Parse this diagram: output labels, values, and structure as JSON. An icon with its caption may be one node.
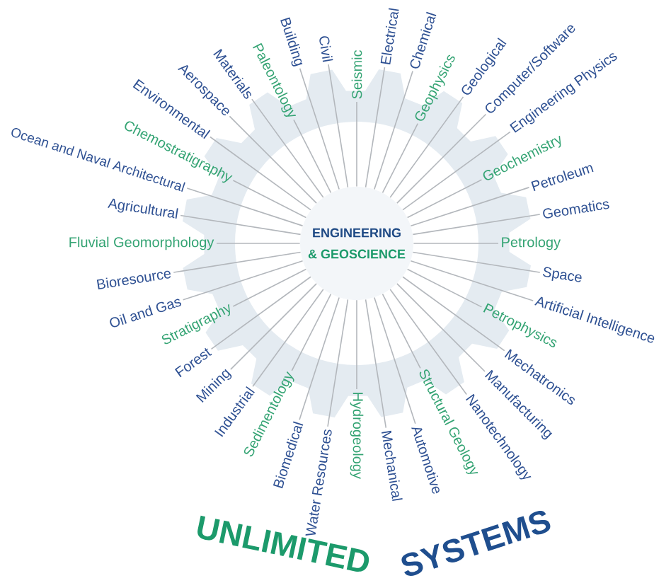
{
  "diagram": {
    "nodes": [
      {
        "text": [
          "ENGINEERING",
          "& GEOSCIENCE"
        ]
      },
      {
        "text": [
          "Fluvial Geomorphology"
        ]
      },
      {
        "text": [
          "Agricultural"
        ]
      },
      {
        "text": [
          "Ocean and Naval Architectural"
        ]
      },
      {
        "text": [
          "Chemostratigraphy"
        ]
      },
      {
        "text": [
          "Environmental"
        ]
      },
      {
        "text": [
          "Aerospace"
        ]
      },
      {
        "text": [
          "Materials"
        ]
      },
      {
        "text": [
          "Paleontology"
        ]
      },
      {
        "text": [
          "Building"
        ]
      },
      {
        "text": [
          "Civil"
        ]
      },
      {
        "text": [
          "Seismic"
        ]
      },
      {
        "text": [
          "Electrical"
        ]
      },
      {
        "text": [
          "Chemical"
        ]
      },
      {
        "text": [
          "Geophysics"
        ]
      },
      {
        "text": [
          "Geological"
        ]
      },
      {
        "text": [
          "Computer/Software"
        ]
      },
      {
        "text": [
          "Engineering Physics"
        ]
      },
      {
        "text": [
          "Geochemistry"
        ]
      },
      {
        "text": [
          "Petroleum"
        ]
      },
      {
        "text": [
          "Geomatics"
        ]
      },
      {
        "text": [
          "Petrology"
        ]
      },
      {
        "text": [
          "Space"
        ]
      },
      {
        "text": [
          "Artificial Intelligence"
        ]
      },
      {
        "text": [
          "Petrophysics"
        ]
      },
      {
        "text": [
          "Mechatronics"
        ]
      },
      {
        "text": [
          "Manufacturing"
        ]
      },
      {
        "text": [
          "Nanotechnology"
        ]
      },
      {
        "text": [
          "Structural Geology"
        ]
      },
      {
        "text": [
          "Automotive"
        ]
      },
      {
        "text": [
          "Mechanical"
        ]
      },
      {
        "text": [
          "Hydrogeology"
        ]
      },
      {
        "text": [
          "Water Resources"
        ]
      },
      {
        "text": [
          "Biomedical"
        ]
      },
      {
        "text": [
          "Sedimentology"
        ]
      },
      {
        "text": [
          "Industrial"
        ]
      },
      {
        "text": [
          "Mining"
        ]
      },
      {
        "text": [
          "Forest"
        ]
      },
      {
        "text": [
          "Stratigraphy"
        ]
      },
      {
        "text": [
          "Oil and Gas"
        ]
      },
      {
        "text": [
          "Bioresource"
        ]
      }
    ],
    "edges": [
      {
        "from": 0,
        "to": 1,
        "arrow": "none"
      },
      {
        "from": 0,
        "to": 2,
        "arrow": "none"
      },
      {
        "from": 0,
        "to": 3,
        "arrow": "none"
      },
      {
        "from": 0,
        "to": 4,
        "arrow": "none"
      },
      {
        "from": 0,
        "to": 5,
        "arrow": "none"
      },
      {
        "from": 0,
        "to": 6,
        "arrow": "none"
      },
      {
        "from": 0,
        "to": 7,
        "arrow": "none"
      },
      {
        "from": 0,
        "to": 8,
        "arrow": "none"
      },
      {
        "from": 0,
        "to": 9,
        "arrow": "none"
      },
      {
        "from": 0,
        "to": 10,
        "arrow": "none"
      },
      {
        "from": 0,
        "to": 11,
        "arrow": "none"
      },
      {
        "from": 0,
        "to": 12,
        "arrow": "none"
      },
      {
        "from": 0,
        "to": 13,
        "arrow": "none"
      },
      {
        "from": 0,
        "to": 14,
        "arrow": "none"
      },
      {
        "from": 0,
        "to": 15,
        "arrow": "none"
      },
      {
        "from": 0,
        "to": 16,
        "arrow": "none"
      },
      {
        "from": 0,
        "to": 17,
        "arrow": "none"
      },
      {
        "from": 0,
        "to": 18,
        "arrow": "none"
      },
      {
        "from": 0,
        "to": 19,
        "arrow": "none"
      },
      {
        "from": 0,
        "to": 20,
        "arrow": "none"
      },
      {
        "from": 0,
        "to": 21,
        "arrow": "none"
      },
      {
        "from": 0,
        "to": 22,
        "arrow": "none"
      },
      {
        "from": 0,
        "to": 23,
        "arrow": "none"
      },
      {
        "from": 0,
        "to": 24,
        "arrow": "none"
      },
      {
        "from": 0,
        "to": 25,
        "arrow": "none"
      },
      {
        "from": 0,
        "to": 26,
        "arrow": "none"
      },
      {
        "from": 0,
        "to": 27,
        "arrow": "none"
      },
      {
        "from": 0,
        "to": 28,
        "arrow": "none"
      },
      {
        "from": 0,
        "to": 29,
        "arrow": "none"
      },
      {
        "from": 0,
        "to": 30,
        "arrow": "none"
      },
      {
        "from": 0,
        "to": 31,
        "arrow": "none"
      },
      {
        "from": 0,
        "to": 32,
        "arrow": "none"
      },
      {
        "from": 0,
        "to": 33,
        "arrow": "none"
      },
      {
        "from": 0,
        "to": 34,
        "arrow": "none"
      },
      {
        "from": 0,
        "to": 35,
        "arrow": "none"
      },
      {
        "from": 0,
        "to": 36,
        "arrow": "none"
      },
      {
        "from": 0,
        "to": 37,
        "arrow": "none"
      },
      {
        "from": 0,
        "to": 38,
        "arrow": "none"
      },
      {
        "from": 0,
        "to": 39,
        "arrow": "none"
      },
      {
        "from": 0,
        "to": 40,
        "arrow": "none"
      }
    ],
    "labels": [
      "UNLIMITED",
      "SYSTEMS"
    ]
  }
}
